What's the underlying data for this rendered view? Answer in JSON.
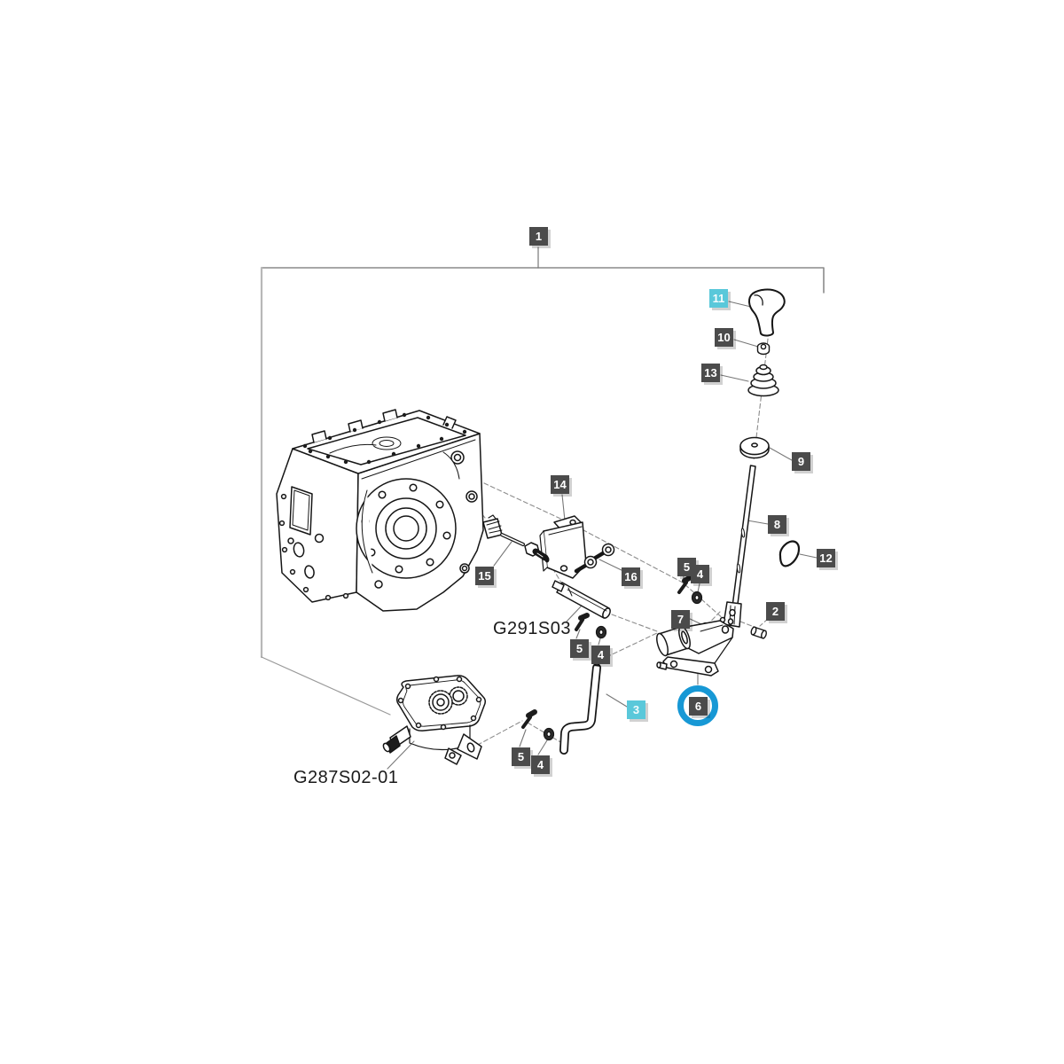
{
  "diagram": {
    "colors": {
      "line": "#1a1a1a",
      "dash": "#8c8c8c",
      "leader": "#777777",
      "frame": "#8a8a8a",
      "callout_bg": "#4b4b4b",
      "callout_text": "#ffffff",
      "highlight_bg": "#5ac8da",
      "selection_ring": "#1798d5"
    },
    "part_codes": {
      "left_assembly": "G287S02-01",
      "middle_assembly": "G291S03"
    },
    "callouts": [
      {
        "label": "1"
      },
      {
        "label": "11",
        "highlight": true
      },
      {
        "label": "10"
      },
      {
        "label": "13"
      },
      {
        "label": "9"
      },
      {
        "label": "14"
      },
      {
        "label": "8"
      },
      {
        "label": "12"
      },
      {
        "label": "15"
      },
      {
        "label": "16"
      },
      {
        "label": "5"
      },
      {
        "label": "4"
      },
      {
        "label": "7"
      },
      {
        "label": "2"
      },
      {
        "label": "5"
      },
      {
        "label": "4"
      },
      {
        "label": "6",
        "circled": true
      },
      {
        "label": "3",
        "highlight": true
      },
      {
        "label": "5"
      },
      {
        "label": "4"
      }
    ]
  }
}
